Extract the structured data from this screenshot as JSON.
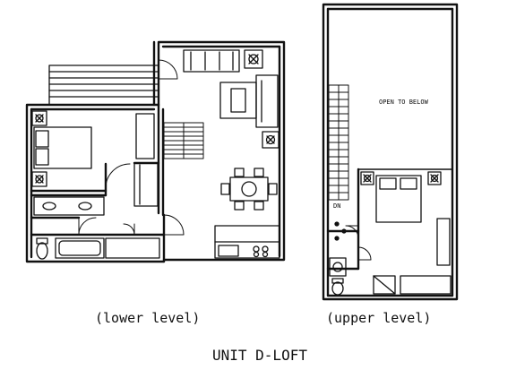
{
  "labels": {
    "lower_level": "(lower level)",
    "upper_level": "(upper level)",
    "unit": "UNIT D-LOFT",
    "open_to_below": "OPEN TO BELOW",
    "dn": "DN"
  },
  "colors": {
    "ink": "#111111",
    "paper": "#ffffff"
  }
}
